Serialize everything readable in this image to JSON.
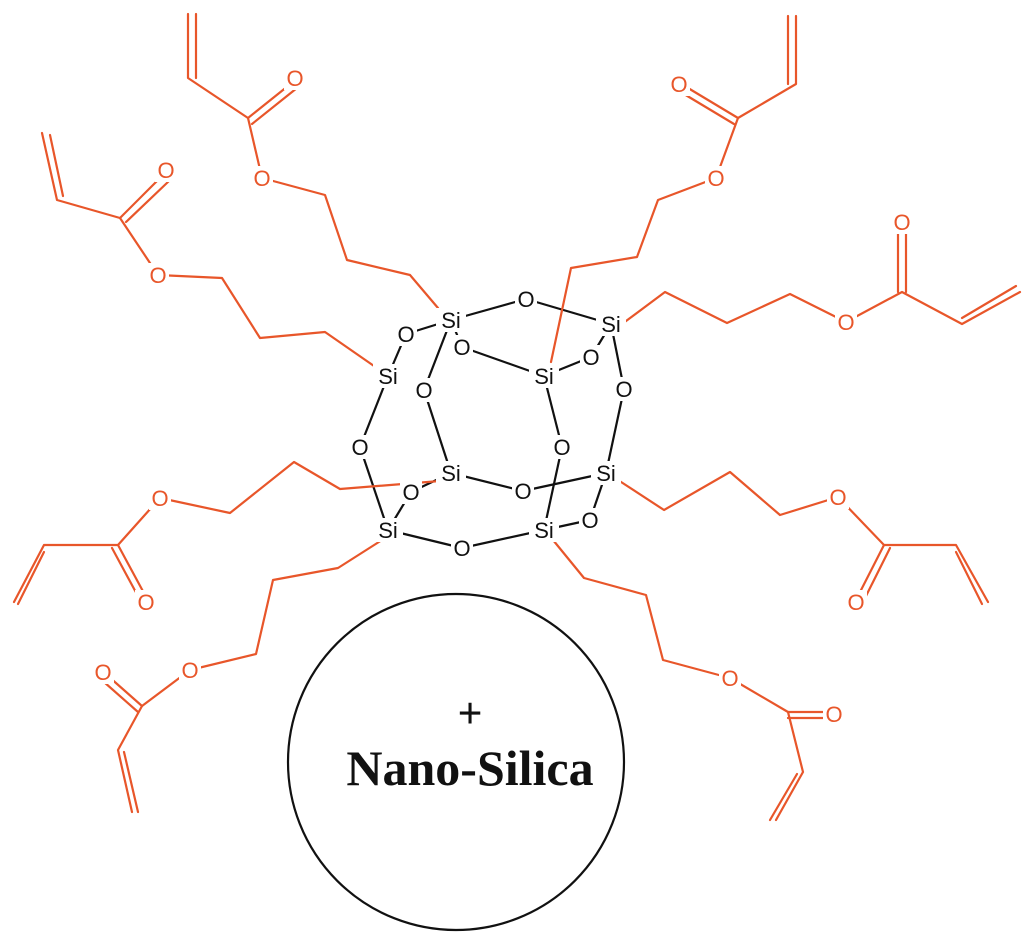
{
  "colors": {
    "core": "#111111",
    "arm": "#e8562a",
    "background": "#ffffff"
  },
  "labels": {
    "si": "Si",
    "o": "O",
    "plus": "+",
    "particle": "Nano-Silica"
  }
}
